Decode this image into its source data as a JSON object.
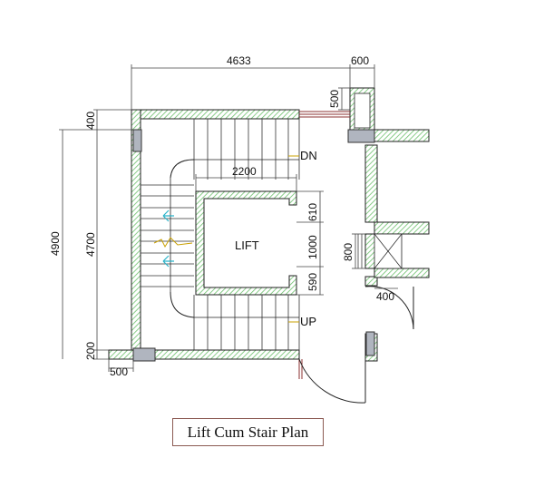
{
  "title": "Lift Cum Stair Plan",
  "dimensions": {
    "top_width": "4633",
    "top_right": "600",
    "right_small": "500",
    "left_total": "4900",
    "left_inner": "4700",
    "left_top": "400",
    "left_bottom": "200",
    "bottom_left": "500",
    "lift_width": "2200",
    "lift_top": "610",
    "lift_middle": "1000",
    "lift_bottom": "590",
    "window_height": "800",
    "door_width": "400"
  },
  "labels": {
    "dn": "DN",
    "up": "UP",
    "lift": "LIFT"
  },
  "colors": {
    "wall_hatch": "#7cc47c",
    "column_fill": "#b0b5bf",
    "door_arc": "#333333"
  }
}
